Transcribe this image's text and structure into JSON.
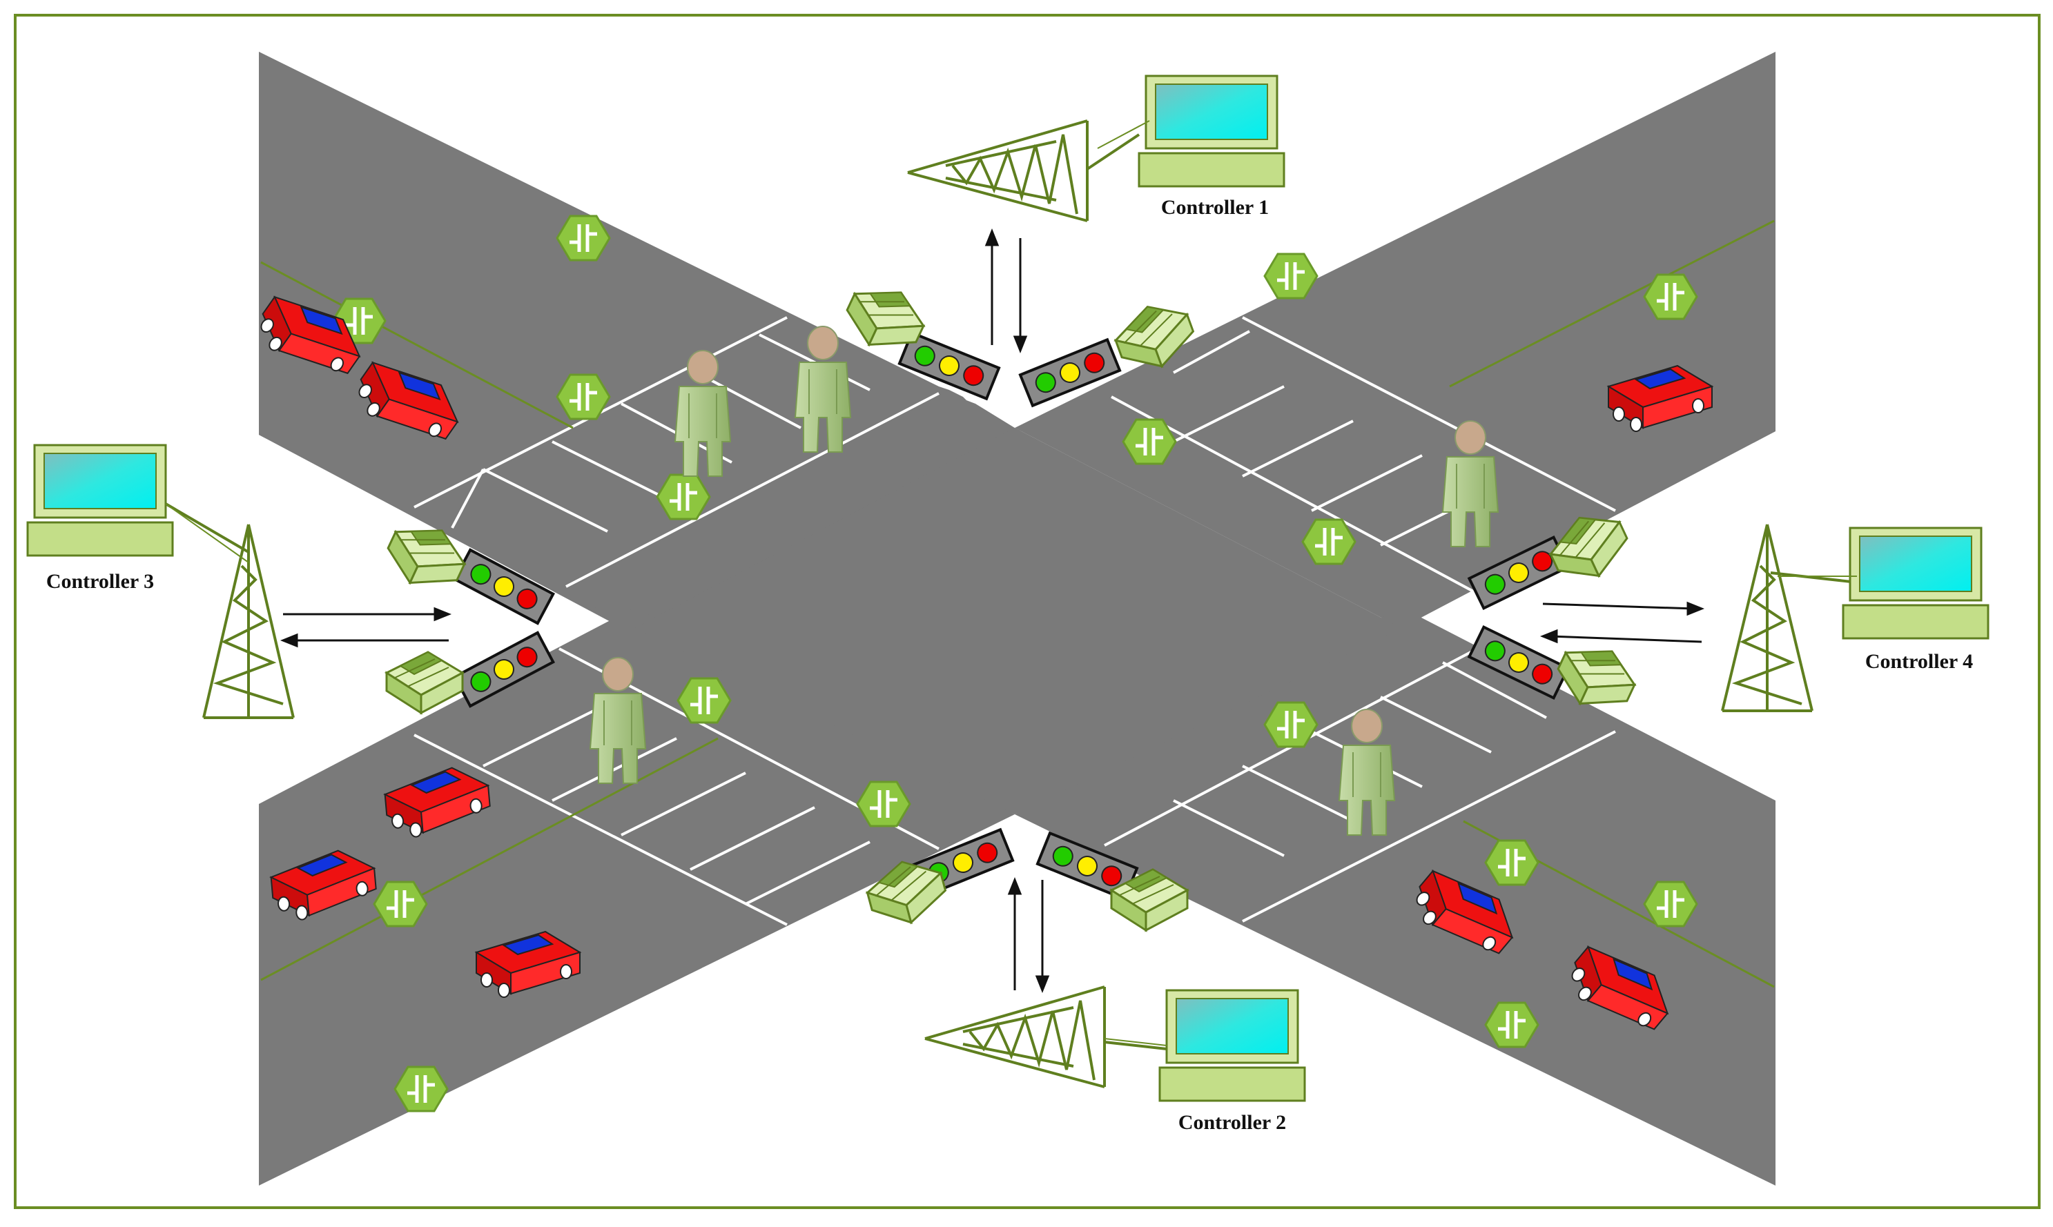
{
  "controllers": [
    {
      "id": "c1",
      "label": "Controller 1"
    },
    {
      "id": "c2",
      "label": "Controller 2"
    },
    {
      "id": "c3",
      "label": "Controller 3"
    },
    {
      "id": "c4",
      "label": "Controller 4"
    }
  ],
  "colors": {
    "frame": "#6b8e23",
    "road": "#7a7a7a",
    "stripe": "#ffffff",
    "equipment": "#5f7f1f",
    "sensor": "#8dc63f",
    "screen": "#2ee8e0",
    "car_body": "#ee1111",
    "car_accent": "#1133dd",
    "pedestrian": "#a9c882"
  }
}
